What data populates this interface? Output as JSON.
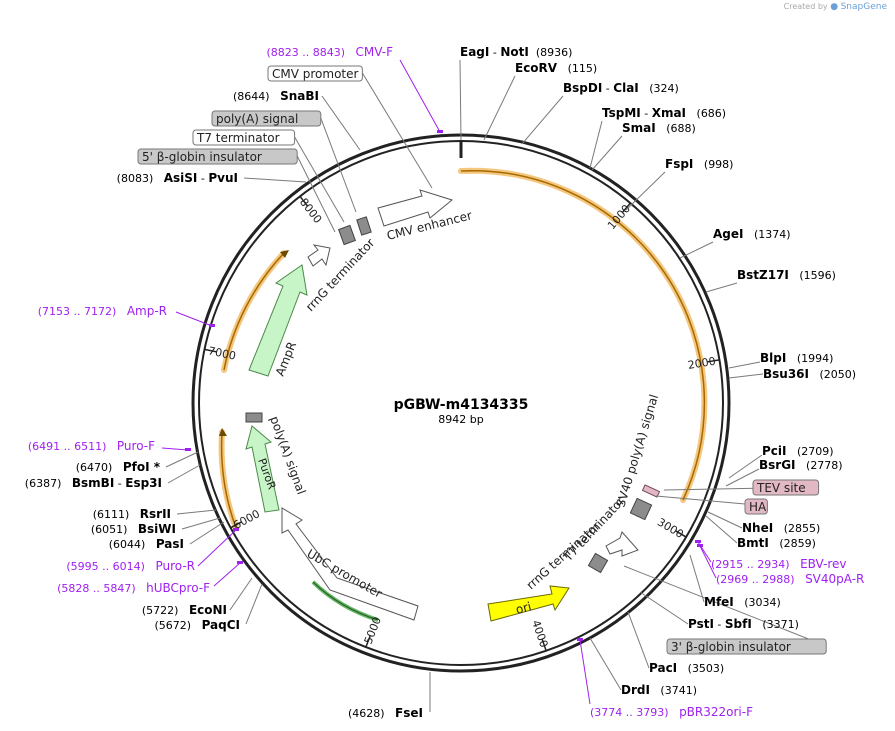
{
  "credit": {
    "prefix": "Created by",
    "brand": "SnapGene"
  },
  "plasmid": {
    "name": "pGBW-m4134335",
    "size": "8942 bp"
  },
  "ticks": [
    "1000",
    "2000",
    "3000",
    "4000",
    "5000",
    "6000",
    "7000",
    "8000"
  ],
  "sites": [
    {
      "id": "eag",
      "parts": [
        [
          "EagI",
          "b"
        ],
        [
          " - ",
          "n"
        ],
        [
          "NotI",
          "b"
        ],
        [
          "  (8936)",
          "n"
        ]
      ]
    },
    {
      "id": "ecorv",
      "parts": [
        [
          "EcoRV",
          "b"
        ],
        [
          "   (115)",
          "n"
        ]
      ]
    },
    {
      "id": "bspdi",
      "parts": [
        [
          "BspDI",
          "b"
        ],
        [
          " - ",
          "n"
        ],
        [
          "ClaI",
          "b"
        ],
        [
          "   (324)",
          "n"
        ]
      ]
    },
    {
      "id": "tspmi",
      "parts": [
        [
          "TspMI",
          "b"
        ],
        [
          " - ",
          "n"
        ],
        [
          "XmaI",
          "b"
        ],
        [
          "   (686)",
          "n"
        ]
      ]
    },
    {
      "id": "smai",
      "parts": [
        [
          "SmaI",
          "b"
        ],
        [
          "   (688)",
          "n"
        ]
      ]
    },
    {
      "id": "fspi",
      "parts": [
        [
          "FspI",
          "b"
        ],
        [
          "   (998)",
          "n"
        ]
      ]
    },
    {
      "id": "agei",
      "parts": [
        [
          "AgeI",
          "b"
        ],
        [
          "   (1374)",
          "n"
        ]
      ]
    },
    {
      "id": "bstz",
      "parts": [
        [
          "BstZ17I",
          "b"
        ],
        [
          "   (1596)",
          "n"
        ]
      ]
    },
    {
      "id": "blpi",
      "parts": [
        [
          "BlpI",
          "b"
        ],
        [
          "   (1994)",
          "n"
        ]
      ]
    },
    {
      "id": "bsu36",
      "parts": [
        [
          "Bsu36I",
          "b"
        ],
        [
          "   (2050)",
          "n"
        ]
      ]
    },
    {
      "id": "pcii",
      "parts": [
        [
          "PciI",
          "b"
        ],
        [
          "   (2709)",
          "n"
        ]
      ]
    },
    {
      "id": "bsrgi",
      "parts": [
        [
          "BsrGI",
          "b"
        ],
        [
          "   (2778)",
          "n"
        ]
      ]
    },
    {
      "id": "nhei",
      "parts": [
        [
          "NheI",
          "b"
        ],
        [
          "   (2855)",
          "n"
        ]
      ]
    },
    {
      "id": "bmti",
      "parts": [
        [
          "BmtI",
          "b"
        ],
        [
          "   (2859)",
          "n"
        ]
      ]
    },
    {
      "id": "mfei",
      "parts": [
        [
          "MfeI",
          "b"
        ],
        [
          "   (3034)",
          "n"
        ]
      ]
    },
    {
      "id": "psti",
      "parts": [
        [
          "PstI",
          "b"
        ],
        [
          " - ",
          "n"
        ],
        [
          "SbfI",
          "b"
        ],
        [
          "   (3371)",
          "n"
        ]
      ]
    },
    {
      "id": "paci",
      "parts": [
        [
          "PacI",
          "b"
        ],
        [
          "   (3503)",
          "n"
        ]
      ]
    },
    {
      "id": "drdi",
      "parts": [
        [
          "DrdI",
          "b"
        ],
        [
          "   (3741)",
          "n"
        ]
      ]
    },
    {
      "id": "fsei",
      "parts": [
        [
          "(4628)   ",
          "n"
        ],
        [
          "FseI",
          "b"
        ]
      ]
    },
    {
      "id": "paqci",
      "parts": [
        [
          "(5672)   ",
          "n"
        ],
        [
          "PaqCI",
          "b"
        ]
      ]
    },
    {
      "id": "econi",
      "parts": [
        [
          "(5722)   ",
          "n"
        ],
        [
          "EcoNI",
          "b"
        ]
      ]
    },
    {
      "id": "pasi",
      "parts": [
        [
          "(6044)   ",
          "n"
        ],
        [
          "PasI",
          "b"
        ]
      ]
    },
    {
      "id": "bsiwi",
      "parts": [
        [
          "(6051)   ",
          "n"
        ],
        [
          "BsiWI",
          "b"
        ]
      ]
    },
    {
      "id": "rsrii",
      "parts": [
        [
          "(6111)   ",
          "n"
        ],
        [
          "RsrII",
          "b"
        ]
      ]
    },
    {
      "id": "bsmbi",
      "parts": [
        [
          "(6387)   ",
          "n"
        ],
        [
          "BsmBI",
          "b"
        ],
        [
          " - ",
          "n"
        ],
        [
          "Esp3I",
          "b"
        ]
      ]
    },
    {
      "id": "pfoi",
      "parts": [
        [
          "(6470)   ",
          "n"
        ],
        [
          "PfoI *",
          "b"
        ]
      ]
    },
    {
      "id": "asisi",
      "parts": [
        [
          "(8083)   ",
          "n"
        ],
        [
          "AsiSI",
          "b"
        ],
        [
          " - ",
          "n"
        ],
        [
          "PvuI",
          "b"
        ]
      ]
    },
    {
      "id": "snabi",
      "parts": [
        [
          "(8644)   ",
          "n"
        ],
        [
          "SnaBI",
          "b"
        ]
      ]
    }
  ],
  "primers": [
    {
      "id": "cmvf",
      "name": "CMV-F",
      "range": "(8823 .. 8843)"
    },
    {
      "id": "ampr",
      "name": "Amp-R",
      "range": "(7153 .. 7172)"
    },
    {
      "id": "purof",
      "name": "Puro-F",
      "range": "(6491 .. 6511)"
    },
    {
      "id": "puror",
      "name": "Puro-R",
      "range": "(5995 .. 6014)"
    },
    {
      "id": "hubc",
      "name": "hUBCpro-F",
      "range": "(5828 .. 5847)"
    },
    {
      "id": "ebv",
      "name": "EBV-rev",
      "range": "(2915 .. 2934)"
    },
    {
      "id": "sv40pa",
      "name": "SV40pA-R",
      "range": "(2969 .. 2988)"
    },
    {
      "id": "pbr",
      "name": "pBR322ori-F",
      "range": "(3774 .. 3793)"
    }
  ],
  "boxed_labels": [
    {
      "id": "cmvprom",
      "text": "CMV promoter",
      "fill": "#ffffff"
    },
    {
      "id": "polya",
      "text": "poly(A) signal",
      "fill": "#c8c8c8"
    },
    {
      "id": "t7term",
      "text": "T7 terminator",
      "fill": "#ffffff"
    },
    {
      "id": "bglob5",
      "text": "5' β-globin insulator",
      "fill": "#c8c8c8"
    },
    {
      "id": "tev",
      "text": "TEV site",
      "fill": "#e2b8c5"
    },
    {
      "id": "ha",
      "text": "HA",
      "fill": "#e2b8c5"
    },
    {
      "id": "bglob3",
      "text": "3' β-globin insulator",
      "fill": "#c8c8c8"
    }
  ],
  "features": [
    {
      "id": "cmv-enh",
      "label": "CMV enhancer"
    },
    {
      "id": "rrng1",
      "label": "rrnG terminator"
    },
    {
      "id": "ampr",
      "label": "AmpR"
    },
    {
      "id": "polya-in",
      "label": "poly(A) signal"
    },
    {
      "id": "puror",
      "label": "PuroR"
    },
    {
      "id": "ubc",
      "label": "UbC promoter"
    },
    {
      "id": "ori",
      "label": "ori"
    },
    {
      "id": "rrng2",
      "label": "rrnG terminator"
    },
    {
      "id": "t7-in",
      "label": "T7 terminator"
    },
    {
      "id": "sv40",
      "label": "SV40 poly(A) signal"
    }
  ],
  "colors": {
    "primer": "#a020f0",
    "ori": "#ffff00",
    "resistance": "#c8f5c8",
    "orf_highlight": "#f5c77e",
    "backbone": "#222222"
  }
}
